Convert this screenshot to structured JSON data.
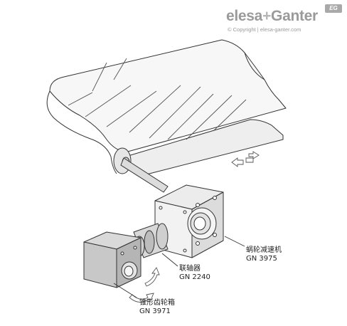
{
  "brand": {
    "name_left": "elesa",
    "separator": "+",
    "name_right": "Ganter",
    "copyright": "© Copyright | elesa-ganter.com",
    "badge": "EG",
    "color": "#9a9a9a"
  },
  "callouts": {
    "worm_gearbox": {
      "name": "蜗轮减速机",
      "code": "GN 3975"
    },
    "coupling": {
      "name": "联轴器",
      "code": "GN 2240"
    },
    "bevel_gearbox": {
      "name": "锥形齿轮箱",
      "code": "GN 3971"
    }
  },
  "colors": {
    "belt": "#f7f7f7",
    "gearbox_front": "#f2f2f2",
    "gearbox_side": "#dcdcdc",
    "bevel_box": "#cfcfcf",
    "outline": "#333333"
  },
  "icons": [
    "direction-arrows-icon",
    "rotation-arrow-icon"
  ]
}
